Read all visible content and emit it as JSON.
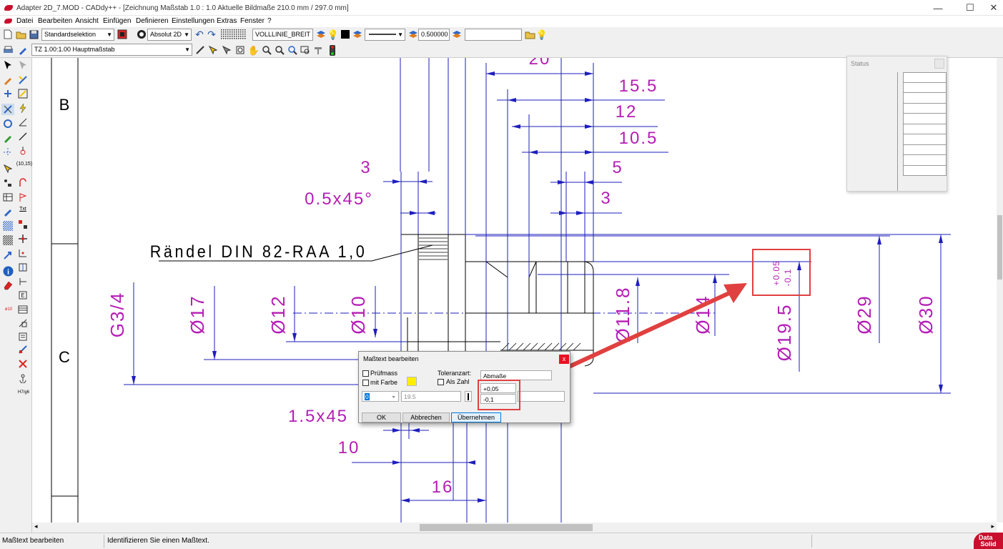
{
  "window": {
    "title": "Adapter 2D_7.MOD  -  CADdy++ - [Zeichnung   Maßstab 1.0 : 1.0   Aktuelle Bildmaße 210.0 mm / 297.0 mm]",
    "controls": {
      "minimize": "—",
      "maximize": "☐",
      "close": "✕"
    },
    "mdi_controls": [
      "–",
      "⧉",
      "×"
    ]
  },
  "menu": [
    "Datei",
    "Bearbeiten",
    "Ansicht",
    "Einfügen",
    "Definieren",
    "Einstellungen",
    "Extras",
    "Fenster",
    "?"
  ],
  "toolbar1": {
    "selection_mode": "Standardselektion",
    "coordinate_mode": "Absolut 2D",
    "line_type_name": "VOLLLINIE_BREIT",
    "line_width": "0.500000",
    "free_field": ""
  },
  "toolbar2": {
    "scale_combo": "TZ 1.00:1.00 Hauptmaßstab"
  },
  "left_toolbar": {
    "coordinate_label": "(10,15)",
    "text_label": "Txt",
    "diameter_label": "ø10",
    "brand_hint": "H7/g6"
  },
  "drawing": {
    "colors": {
      "dimension": "#1e1ebe",
      "text": "#b41eb4",
      "outline": "#000000",
      "annotation": "#e04040"
    },
    "zones": [
      "B",
      "C"
    ],
    "knurl_label": "Rändel DIN 82-RAA 1,0",
    "horizontal_dims": [
      "20",
      "15.5",
      "12",
      "10.5",
      "5",
      "3",
      "3",
      "1.5x45",
      "10",
      "16"
    ],
    "chamfer_label": "0.5x45°",
    "vertical_dims": [
      "G3/4",
      "Ø17",
      "Ø12",
      "Ø10",
      "Ø11.8",
      "Ø14",
      "Ø19.5",
      "Ø29",
      "Ø30"
    ],
    "tolerance_upper": "+0.05",
    "tolerance_lower": "-0.1"
  },
  "status_panel": {
    "title": "Status",
    "rows": 10
  },
  "dialog": {
    "title": "Maßtext bearbeiten",
    "close": "x",
    "pruefmass": "Prüfmass",
    "mit_farbe": "mit Farbe",
    "toleranzart": "Toleranzart:",
    "als_zahl": "Als Zahl",
    "abmasse": "Abmaße",
    "prefix_value": "0",
    "nominal_value": "19.5",
    "upper_deviation": "+0,05",
    "lower_deviation": "-0,1",
    "ok": "OK",
    "cancel": "Abbrechen",
    "apply": "Übernehmen",
    "swatch_color": "#ffee00"
  },
  "statusbar": {
    "left": "Maßtext bearbeiten",
    "message": "Identifizieren Sie einen Maßtext.",
    "brand": "Data Solid"
  }
}
